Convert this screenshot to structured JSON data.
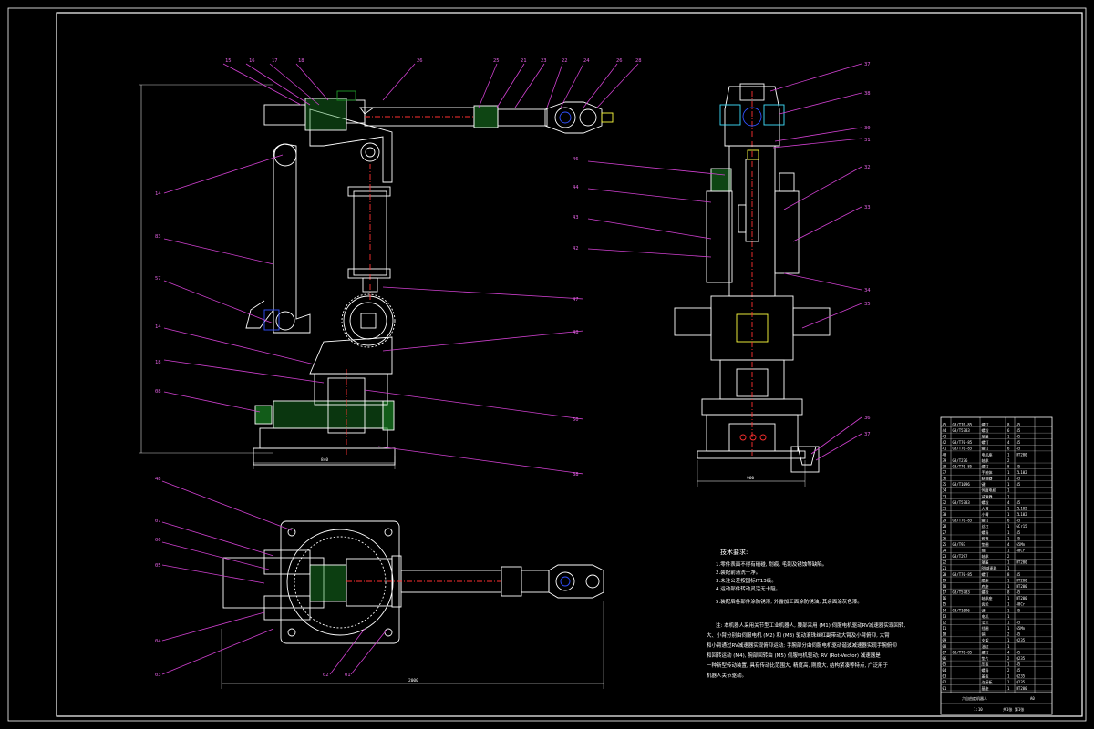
{
  "drawing": {
    "colors": {
      "background": "#000000",
      "outline": "#ffffff",
      "leader": "#d040d0",
      "section_fill": "#1e9a2a",
      "center_line": "#ff3030",
      "hidden_line": "#3050ff",
      "accent_yellow": "#ffff40",
      "accent_cyan": "#40e0ff"
    },
    "callouts_front": [
      "15",
      "16",
      "17",
      "18",
      "26",
      "25",
      "21",
      "23",
      "22",
      "24",
      "26",
      "28",
      "14",
      "83",
      "57",
      "14",
      "18",
      "08",
      "50",
      "48",
      "47",
      "88"
    ],
    "callouts_side": [
      "37",
      "38",
      "30",
      "31",
      "32",
      "33",
      "34",
      "35",
      "36",
      "37",
      "46",
      "44",
      "43",
      "42"
    ],
    "callouts_top": [
      "48",
      "07",
      "06",
      "05",
      "04",
      "03",
      "02",
      "01"
    ],
    "dimensions": {
      "front_width": "840",
      "side_width": "960",
      "top_width": "2000"
    },
    "notes": {
      "title": "技术要求:",
      "items": [
        "1.零件表面不得有磕碰, 划痕, 毛刺及锈蚀等缺陷。",
        "2.装配前清洗干净。",
        "3.未注公差按国标IT13级。",
        "4.运动部件转动灵活无卡阻。",
        "5.装配后各部件涂防锈漆, 外露加工面涂防锈油, 其余面涂灰色漆。"
      ],
      "description": [
        "注: 本机器人采用关节型工业机器人, 腰部采用 (M1) 伺服电机驱动RV减速器实现回转,",
        "大、小臂分别由伺服电机 (M2) 和 (M3) 驱动滚珠丝杠副带动大臂及小臂俯仰, 大臂",
        "和小臂通过RV减速器实现俯仰运动; 手腕部分由伺服电机驱动谐波减速器实现手腕俯仰",
        "和回转运动 (M4), 腕部回转由 (M5) 伺服电机驱动; RV (Rot-Vector) 减速器是",
        "一种新型传动装置, 具有传动比范围大, 精度高, 刚度大, 结构紧凑等特点, 广泛用于",
        "机器人关节驱动。"
      ]
    },
    "title_block": {
      "drawing_no": "A0",
      "name": "六自由度机器人",
      "scale": "1:10",
      "sheet_label": "共1张 第1张"
    },
    "bom_rows": [
      [
        "45",
        "GB/T70-85",
        "螺钉",
        "8",
        "45"
      ],
      [
        "44",
        "GB/T5783",
        "螺栓",
        "6",
        "45"
      ],
      [
        "43",
        "",
        "端盖",
        "1",
        "45"
      ],
      [
        "42",
        "GB/T70-85",
        "螺钉",
        "4",
        "45"
      ],
      [
        "41",
        "GB/T70-85",
        "螺钉",
        "6",
        "45"
      ],
      [
        "40",
        "",
        "电机座",
        "1",
        "HT200"
      ],
      [
        "39",
        "GB/T276",
        "轴承",
        "2",
        ""
      ],
      [
        "38",
        "GB/T70-85",
        "螺钉",
        "8",
        "45"
      ],
      [
        "37",
        "",
        "手腕体",
        "1",
        "ZL102"
      ],
      [
        "36",
        "",
        "联轴器",
        "1",
        "45"
      ],
      [
        "35",
        "GB/T1096",
        "键",
        "1",
        "45"
      ],
      [
        "34",
        "",
        "伺服电机",
        "1",
        ""
      ],
      [
        "33",
        "",
        "减速器",
        "1",
        ""
      ],
      [
        "32",
        "GB/T5783",
        "螺栓",
        "4",
        "45"
      ],
      [
        "31",
        "",
        "大臂",
        "1",
        "ZL102"
      ],
      [
        "30",
        "",
        "小臂",
        "1",
        "ZL102"
      ],
      [
        "29",
        "GB/T70-85",
        "螺钉",
        "6",
        "45"
      ],
      [
        "28",
        "",
        "丝杠",
        "1",
        "GCr15"
      ],
      [
        "27",
        "",
        "螺母",
        "1",
        "45"
      ],
      [
        "26",
        "",
        "套筒",
        "1",
        "45"
      ],
      [
        "25",
        "GB/T93",
        "垫圈",
        "4",
        "65Mn"
      ],
      [
        "24",
        "",
        "轴",
        "1",
        "40Cr"
      ],
      [
        "23",
        "GB/T297",
        "轴承",
        "2",
        ""
      ],
      [
        "22",
        "",
        "端盖",
        "1",
        "HT200"
      ],
      [
        "21",
        "",
        "RV减速器",
        "1",
        ""
      ],
      [
        "20",
        "GB/T70-85",
        "螺钉",
        "8",
        "45"
      ],
      [
        "19",
        "",
        "腰座",
        "1",
        "HT200"
      ],
      [
        "18",
        "",
        "底座",
        "1",
        "HT200"
      ],
      [
        "17",
        "GB/T5783",
        "螺栓",
        "8",
        "45"
      ],
      [
        "16",
        "",
        "轴承座",
        "1",
        "HT200"
      ],
      [
        "15",
        "",
        "齿轮",
        "1",
        "40Cr"
      ],
      [
        "14",
        "GB/T1096",
        "键",
        "1",
        "45"
      ],
      [
        "13",
        "",
        "电机",
        "1",
        ""
      ],
      [
        "12",
        "",
        "法兰",
        "1",
        "45"
      ],
      [
        "11",
        "",
        "挡圈",
        "1",
        "65Mn"
      ],
      [
        "10",
        "",
        "销",
        "2",
        "45"
      ],
      [
        "09",
        "",
        "支架",
        "1",
        "Q235"
      ],
      [
        "08",
        "",
        "油缸",
        "1",
        ""
      ],
      [
        "07",
        "GB/T70-85",
        "螺钉",
        "4",
        "45"
      ],
      [
        "06",
        "",
        "垫片",
        "2",
        "Q235"
      ],
      [
        "05",
        "",
        "压板",
        "1",
        "45"
      ],
      [
        "04",
        "",
        "螺母",
        "2",
        "45"
      ],
      [
        "03",
        "",
        "盖板",
        "1",
        "Q235"
      ],
      [
        "02",
        "",
        "连接板",
        "1",
        "Q235"
      ],
      [
        "01",
        "",
        "基座",
        "1",
        "HT200"
      ]
    ]
  }
}
